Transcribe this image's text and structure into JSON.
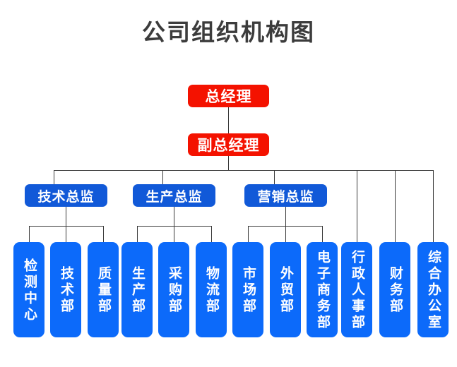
{
  "title": "公司组织机构图",
  "colors": {
    "executive": "#f41200",
    "director": "#1159d8",
    "department": "#0c6afa",
    "title_text": "#3c3c3c",
    "connector": "#3a3a3a",
    "background": "#ffffff",
    "node_text": "#ffffff"
  },
  "executives": [
    {
      "label": "总经理"
    },
    {
      "label": "副总经理"
    }
  ],
  "directors": [
    {
      "label": "技术总监"
    },
    {
      "label": "生产总监"
    },
    {
      "label": "营销总监"
    }
  ],
  "departments": [
    {
      "label": "检测中心",
      "parent": "技术总监"
    },
    {
      "label": "技术部",
      "parent": "技术总监"
    },
    {
      "label": "质量部",
      "parent": "技术总监"
    },
    {
      "label": "生产部",
      "parent": "生产总监"
    },
    {
      "label": "采购部",
      "parent": "生产总监"
    },
    {
      "label": "物流部",
      "parent": "生产总监"
    },
    {
      "label": "市场部",
      "parent": "营销总监"
    },
    {
      "label": "外贸部",
      "parent": "营销总监"
    },
    {
      "label": "电子商务部",
      "parent": "营销总监"
    },
    {
      "label": "行政人事部",
      "parent": "副总经理"
    },
    {
      "label": "财务部",
      "parent": "副总经理"
    },
    {
      "label": "综合办公室",
      "parent": "副总经理"
    }
  ]
}
